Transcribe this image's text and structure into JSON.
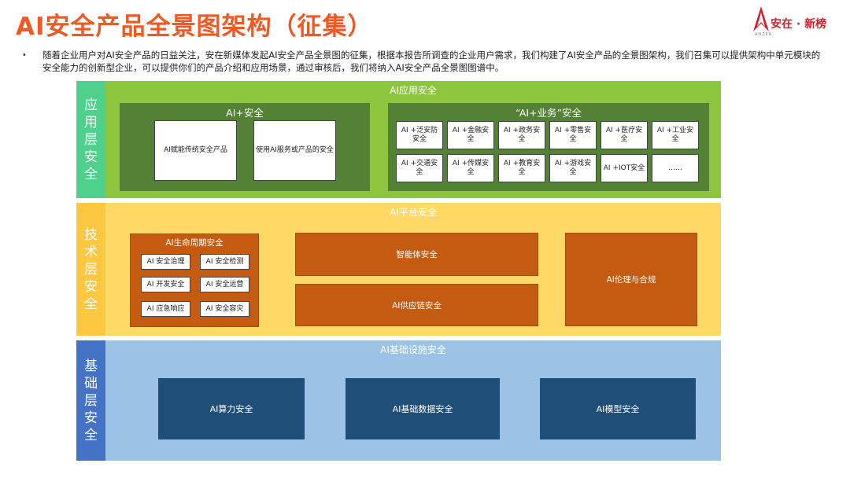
{
  "title": "AI安全产品全景图架构（征集）",
  "logo": {
    "text": "安在 · 新榜",
    "sub": "ANZER"
  },
  "intro": "随着企业用户对AI安全产品的日益关注，安在新媒体发起AI安全产品全景图的征集，根据本报告所调查的企业用户需求，我们构建了AI安全产品的全景图架构，我们召集可以提供架构中单元模块的安全能力的创新型企业，可以提供你们的产品介绍和应用场景，通过审核后，我们将纳入AI安全产品全景图图谱中。",
  "layers": {
    "app": {
      "side_label": "应用层安全",
      "title": "AI应用安全",
      "ai_plus_security": {
        "title": "AI+安全",
        "items": [
          "AI赋能传统安全产品",
          "使用AI服务或产品的安全"
        ]
      },
      "ai_plus_business": {
        "title": "“AI+业务”安全",
        "items": [
          "AI +泛安防安全",
          "AI +金融安全",
          "AI +政务安全",
          "AI +零售安全",
          "AI +医疗安全",
          "AI +工业安全",
          "AI +交通安全",
          "AI +传媒安全",
          "AI +教育安全",
          "AI +游戏安全",
          "AI +IOT安全",
          "……"
        ]
      }
    },
    "tech": {
      "side_label": "技术层安全",
      "title": "AI平台安全",
      "lifecycle": {
        "title": "AI生命周期安全",
        "items": [
          "AI 安全治理",
          "AI 安全检测",
          "AI 开发安全",
          "AI 安全运营",
          "AI 应急响应",
          "AI 安全容灾"
        ]
      },
      "agent": "智能体安全",
      "supply_chain": "AI供应链安全",
      "ethics": "AI伦理与合规"
    },
    "base": {
      "side_label": "基础层安全",
      "title": "AI基础设施安全",
      "items": [
        "AI算力安全",
        "AI基础数据安全",
        "AI模型安全"
      ]
    }
  },
  "colors": {
    "title": "#f05a22",
    "app_side": "#4fd08d",
    "app_main": "#8cc63f",
    "app_panel": "#538135",
    "tech_side": "#fdc840",
    "tech_main": "#ffd966",
    "tech_box": "#c55a11",
    "base_side": "#4472c4",
    "base_main": "#9cc3e6",
    "base_box": "#1f4e79"
  }
}
